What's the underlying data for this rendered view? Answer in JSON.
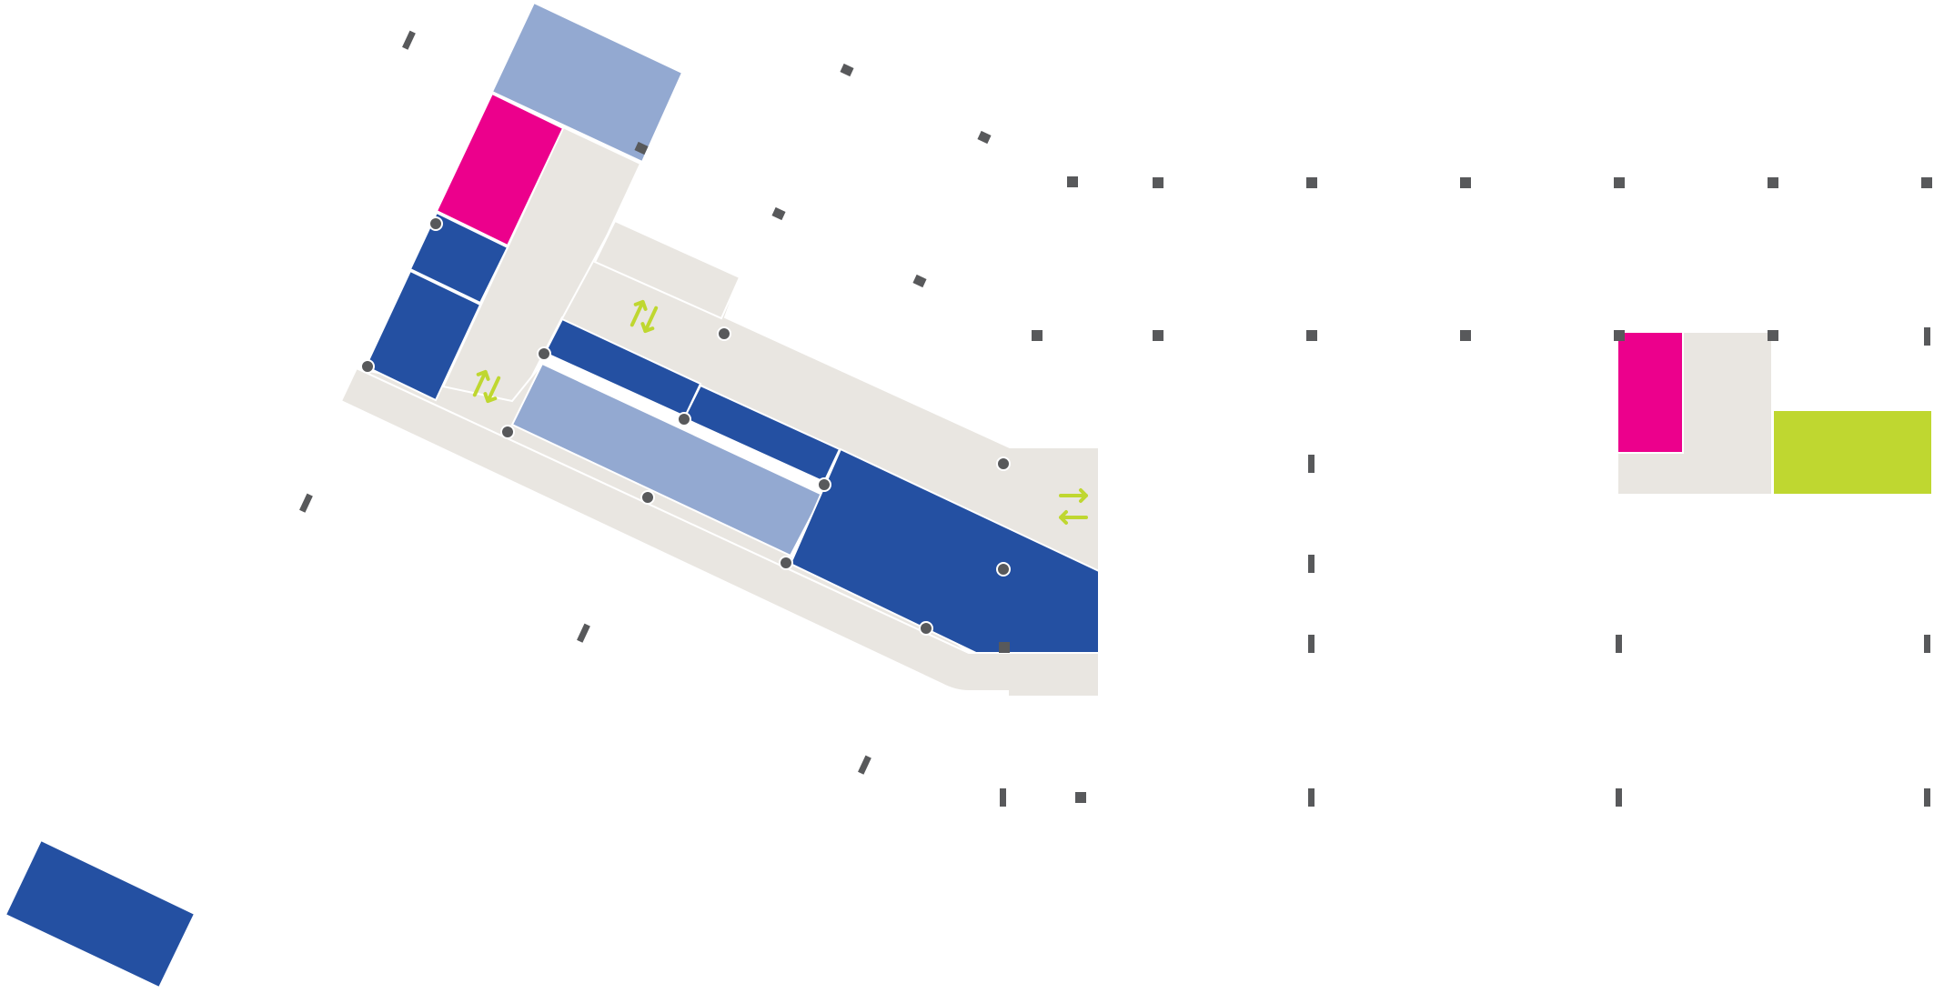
{
  "map": {
    "colors": {
      "background": "#ffffff",
      "circulation": "#e9e6e1",
      "zone_primary": "#2450a2",
      "zone_secondary": "#93a9d1",
      "zone_accent": "#ec008c",
      "zone_highlight": "#bfd730",
      "structural_column": "#58595b",
      "access_point": "#58595b"
    },
    "zones": [
      {
        "name": "zone-primary",
        "color": "#2450a2"
      },
      {
        "name": "zone-secondary",
        "color": "#93a9d1"
      },
      {
        "name": "zone-accent",
        "color": "#ec008c"
      },
      {
        "name": "zone-highlight",
        "color": "#bfd730"
      },
      {
        "name": "circulation",
        "color": "#e9e6e1"
      }
    ],
    "icons": [
      "two-way-vertical-arrow-icon",
      "two-way-horizontal-arrow-icon",
      "access-point-icon",
      "structural-column-icon"
    ]
  }
}
